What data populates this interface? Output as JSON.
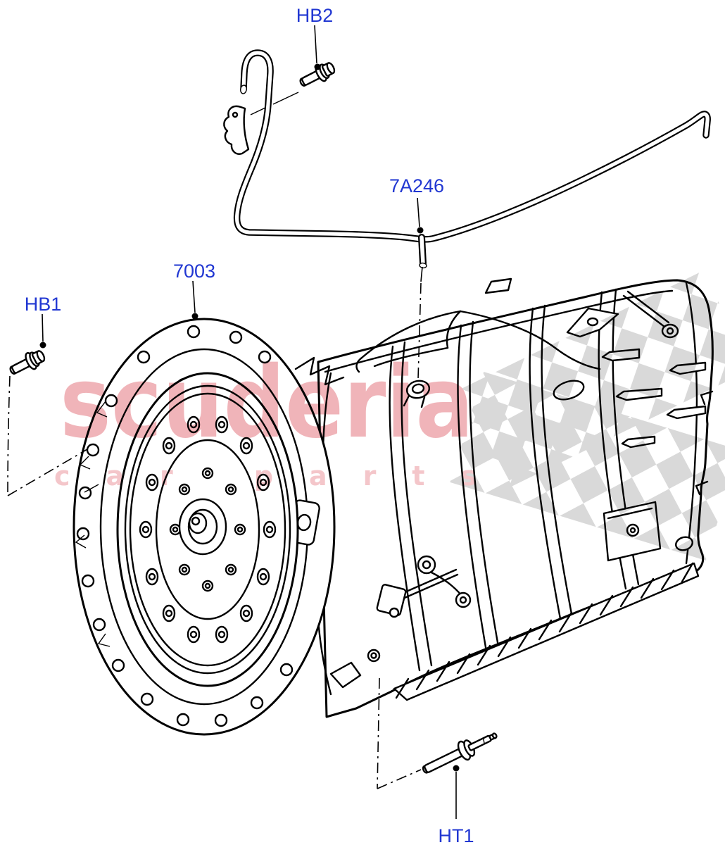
{
  "diagram": {
    "background": "#ffffff",
    "line_color": "#000000",
    "label_color": "#2137d2",
    "labels": [
      {
        "id": "HB2",
        "text": "HB2"
      },
      {
        "id": "7A246",
        "text": "7A246"
      },
      {
        "id": "7003",
        "text": "7003"
      },
      {
        "id": "HB1",
        "text": "HB1"
      },
      {
        "id": "HT1",
        "text": "HT1"
      }
    ],
    "watermark": {
      "title": "scuderia",
      "subtitle": "car parts",
      "title_color": "#f0b4b9",
      "subtitle_color": "#f4c6ca",
      "checker_color": "#d9d9d9"
    }
  }
}
